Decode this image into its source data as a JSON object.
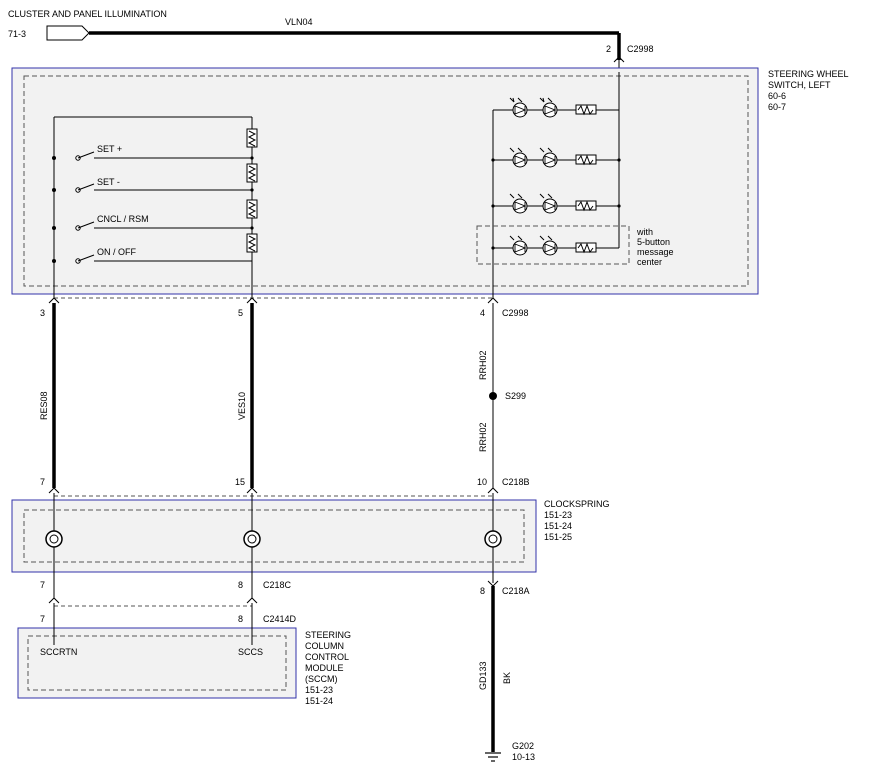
{
  "header": {
    "title": "CLUSTER AND PANEL ILLUMINATION",
    "ref": "71-3",
    "circuit": "VLN04",
    "pin": "2",
    "connector": "C2998"
  },
  "steering_wheel_switch": {
    "title_line1": "STEERING WHEEL",
    "title_line2": "SWITCH, LEFT",
    "ref1": "60-6",
    "ref2": "60-7",
    "switches": [
      "SET +",
      "SET -",
      "CNCL / RSM",
      "ON / OFF"
    ],
    "note_line1": "with",
    "note_line2": "5-button",
    "note_line3": "message",
    "note_line4": "center"
  },
  "pins_c2998": {
    "left": "3",
    "mid": "5",
    "right": "4",
    "connector": "C2998"
  },
  "wires": {
    "left": "RES08",
    "mid": "VES10",
    "right_upper": "RRH02",
    "right_lower": "RRH02",
    "splice": "S299"
  },
  "c218b": {
    "left": "7",
    "mid": "15",
    "right": "10",
    "connector": "C218B"
  },
  "clockspring": {
    "title": "CLOCKSPRING",
    "ref1": "151-23",
    "ref2": "151-24",
    "ref3": "151-25"
  },
  "c218c": {
    "left": "7",
    "mid": "8",
    "connector": "C218C"
  },
  "c218a": {
    "pin": "8",
    "connector": "C218A"
  },
  "c2414d": {
    "left": "7",
    "mid": "8",
    "connector": "C2414D"
  },
  "sccm": {
    "pin_left": "SCCRTN",
    "pin_right": "SCCS",
    "title_line1": "STEERING",
    "title_line2": "COLUMN",
    "title_line3": "CONTROL",
    "title_line4": "MODULE",
    "title_line5": "(SCCM)",
    "ref1": "151-23",
    "ref2": "151-24"
  },
  "ground": {
    "circuit": "GD133",
    "color": "BK",
    "name": "G202",
    "ref": "10-13"
  }
}
